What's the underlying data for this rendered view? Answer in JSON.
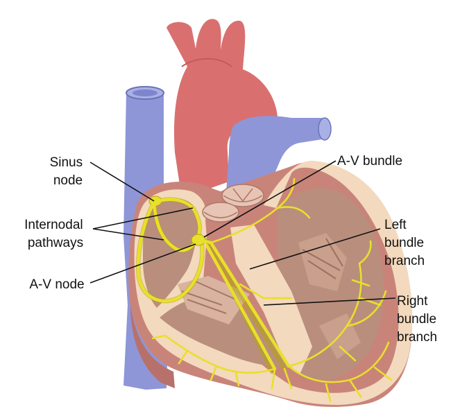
{
  "labels": {
    "sinus_node": [
      "Sinus",
      "node"
    ],
    "internodal_pathways": [
      "Internodal",
      "pathways"
    ],
    "av_node": [
      "A-V node"
    ],
    "av_bundle": [
      "A-V bundle"
    ],
    "left_bundle_branch": [
      "Left",
      "bundle",
      "branch"
    ],
    "right_bundle_branch": [
      "Right",
      "bundle",
      "branch"
    ]
  },
  "colors": {
    "aorta": "#d9706f",
    "vena_cava": "#8e96d8",
    "myocardium": "#c9847a",
    "chamber_interior": "#b98e7d",
    "cut_surface": "#f3d9bd",
    "conduction": "#e8e02a"
  }
}
